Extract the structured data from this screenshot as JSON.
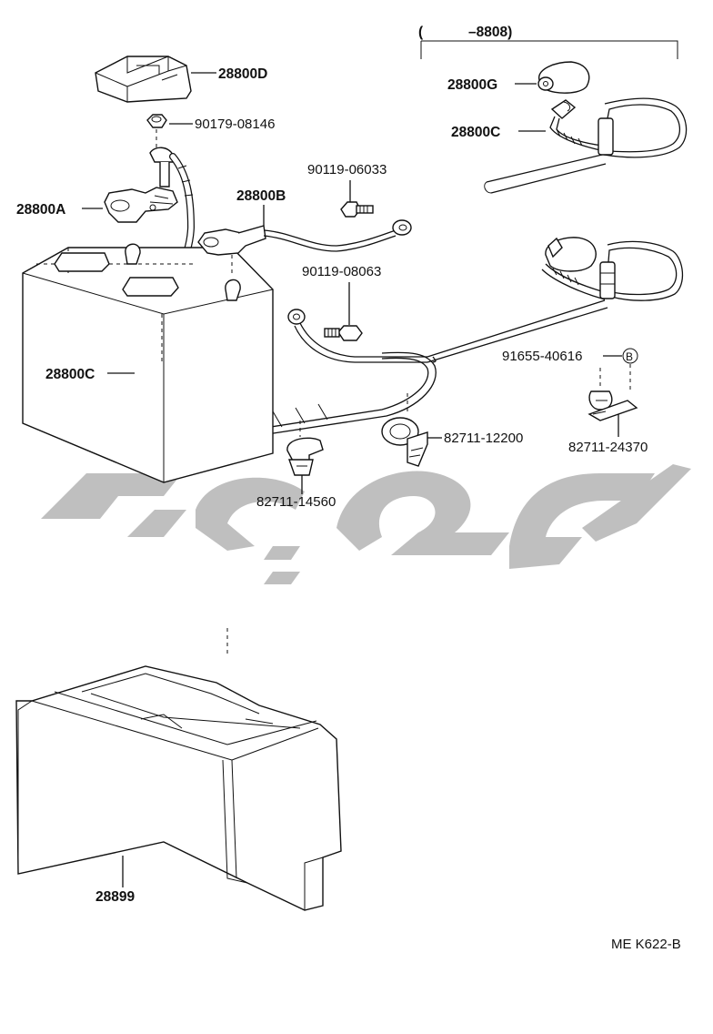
{
  "range_note": {
    "open": "(",
    "text": "–8808)"
  },
  "labels": {
    "p28800D": "28800D",
    "p90179": "90179-08146",
    "p90119a": "90119-06033",
    "p28800A": "28800A",
    "p28800B": "28800B",
    "p90119b": "90119-08063",
    "p28800G": "28800G",
    "p28800C_top": "28800C",
    "p91655": "91655-40616",
    "p28800C_left": "28800C",
    "p82711a": "82711-12200",
    "p82711b": "82711-24370",
    "p82711c": "82711-14560",
    "p28899": "28899"
  },
  "callout_marker": "B",
  "figure_code": "ME K622-B",
  "colors": {
    "ink": "#111111",
    "watermark": "#bfbfbf",
    "paper": "#ffffff"
  }
}
